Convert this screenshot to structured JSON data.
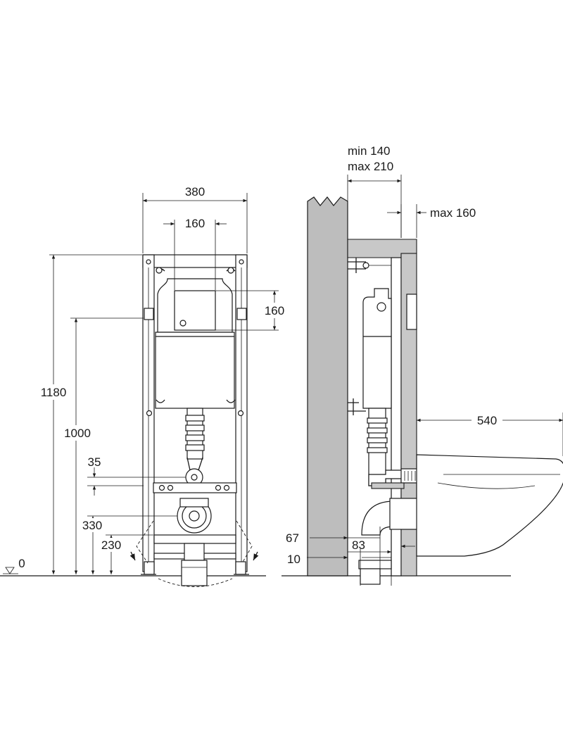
{
  "front_view": {
    "width_label": "380",
    "button_width_label": "160",
    "button_height_label": "160",
    "height_1180_label": "1180",
    "height_1000_label": "1000",
    "label_35": "35",
    "label_330": "330",
    "label_230": "230",
    "floor_label": "0"
  },
  "side_view": {
    "depth_min_label": "min 140",
    "depth_max_label": "max 210",
    "max_160_label": "max 160",
    "label_540": "540",
    "label_67": "67",
    "label_83": "83",
    "label_10": "10"
  }
}
